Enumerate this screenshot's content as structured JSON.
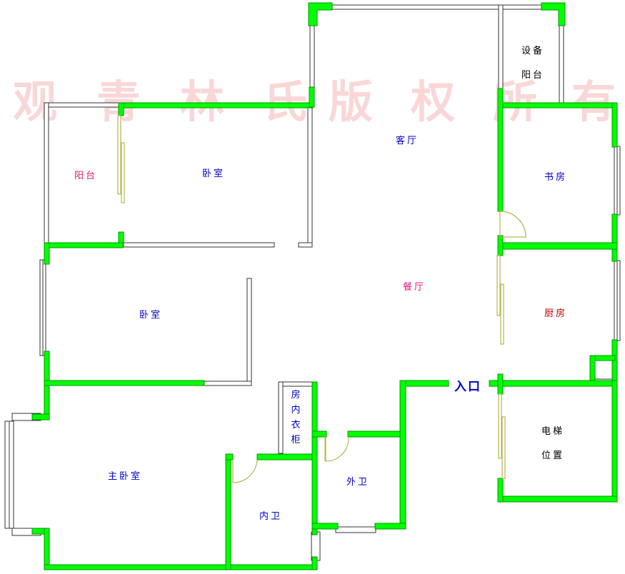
{
  "watermark": {
    "chars": [
      "观",
      "青",
      "林",
      "氏",
      "版",
      "权",
      "所",
      "有"
    ],
    "color": "#f08282"
  },
  "colors": {
    "wall": "#00ff00",
    "wall_edge": "#009600",
    "thin_wall": "#333333",
    "door": "#b4b450",
    "label_blue": "#0000c8",
    "label_pink": "#e8147a",
    "label_red": "#c80000",
    "entry": "#0000c8"
  },
  "rooms": {
    "equipment_balcony_1": "设备",
    "equipment_balcony_2": "阳台",
    "living_room": "客厅",
    "balcony": "阳台",
    "bedroom_top": "卧室",
    "study": "书房",
    "dining_room": "餐厅",
    "bedroom_mid": "卧室",
    "kitchen": "厨房",
    "wardrobe": "房内衣柜",
    "master_bedroom": "主卧室",
    "inner_bath": "内卫",
    "outer_bath": "外卫",
    "elevator_1": "电梯",
    "elevator_2": "位置"
  },
  "entrance": "入口"
}
